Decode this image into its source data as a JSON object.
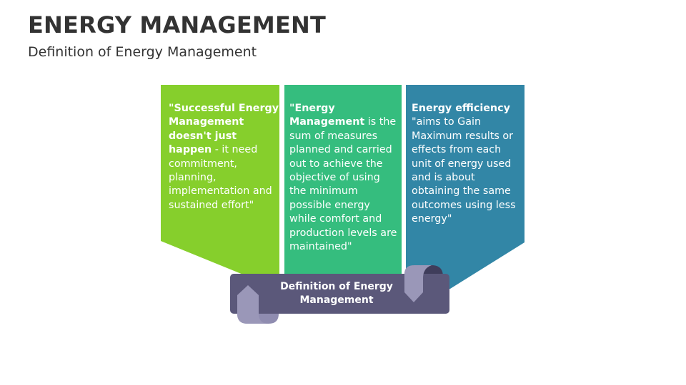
{
  "header": {
    "title": "ENERGY MANAGEMENT",
    "subtitle": "Definition of Energy Management"
  },
  "colors": {
    "card1": "#86cf2c",
    "card2": "#35bd7e",
    "card3": "#3286a6",
    "ribbon": "#5b587a",
    "ribbon_fold": "#9a97b8",
    "ribbon_shadow": "#3f3d5b"
  },
  "cards": [
    {
      "lead": "\"Successful Energy Management doesn't just happen",
      "body": " - it need commitment, planning, implementation and sustained effort\""
    },
    {
      "lead": "\"Energy Management",
      "body": " is the sum of measures planned and carried out to achieve the objective of using the minimum possible energy while comfort and production levels are maintained\""
    },
    {
      "lead": "Energy efficiency",
      "body": " \"aims to Gain Maximum results or effects from each unit of energy used and is about obtaining the same outcomes using less energy\""
    }
  ],
  "ribbon": {
    "label": "Definition of Energy Management"
  }
}
